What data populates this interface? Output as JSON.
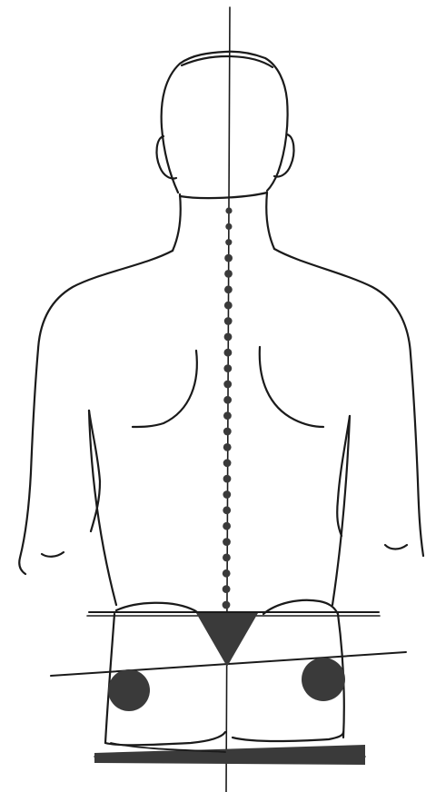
{
  "figure": {
    "subject": "posterior-view-posture",
    "line_color": "#1a1a1a",
    "marker_color": "#3a3a3a",
    "vertebra_count": 26,
    "reference_lines": [
      "plumb-line",
      "iliac-crest-line",
      "sacral-base-line",
      "gluteal-line",
      "floor-line"
    ],
    "markers": [
      "vertebrae",
      "sacral-triangle",
      "left-ischial-marker",
      "right-ischial-marker",
      "heel-block"
    ]
  }
}
